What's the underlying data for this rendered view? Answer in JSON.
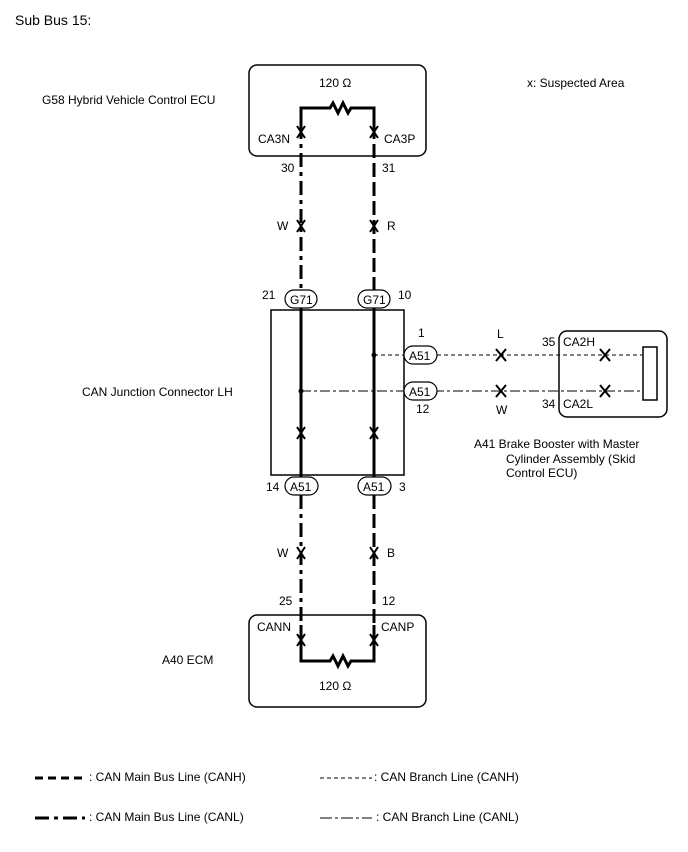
{
  "title": "Sub Bus 15:",
  "legend_suspected": "x: Suspected Area",
  "ecu_top": {
    "name": "G58  Hybrid Vehicle Control ECU",
    "resistor": "120 Ω",
    "pin_left_label": "CA3N",
    "pin_right_label": "CA3P",
    "pin_left_num": "30",
    "pin_right_num": "31"
  },
  "wire_colors_top": {
    "left": "W",
    "right": "R"
  },
  "junction": {
    "name": "CAN Junction Connector LH",
    "top_left_num": "21",
    "top_right_num": "10",
    "top_connector": "G71",
    "branch_top_num": "1",
    "branch_bottom_num": "12",
    "branch_connector": "A51",
    "bottom_left_num": "14",
    "bottom_right_num": "3",
    "bottom_connector": "A51"
  },
  "branch_wire_colors": {
    "top": "L",
    "bottom": "W"
  },
  "brake": {
    "name": "A41  Brake Booster with Master Cylinder Assembly (Skid Control ECU)",
    "name_lines": [
      "A41   Brake Booster with Master",
      "Cylinder Assembly (Skid",
      "Control ECU)"
    ],
    "pin_top_num": "35",
    "pin_top_label": "CA2H",
    "pin_bottom_num": "34",
    "pin_bottom_label": "CA2L"
  },
  "wire_colors_bottom": {
    "left": "W",
    "right": "B"
  },
  "ecm": {
    "name": "A40  ECM",
    "pin_left_num": "25",
    "pin_right_num": "12",
    "pin_left_label": "CANN",
    "pin_right_label": "CANP",
    "resistor": "120 Ω"
  },
  "legend": {
    "main_canh": ": CAN Main Bus Line (CANH)",
    "main_canl": ": CAN Main Bus Line (CANL)",
    "branch_canh": ": CAN Branch Line (CANH)",
    "branch_canl": ": CAN Branch Line (CANL)"
  }
}
